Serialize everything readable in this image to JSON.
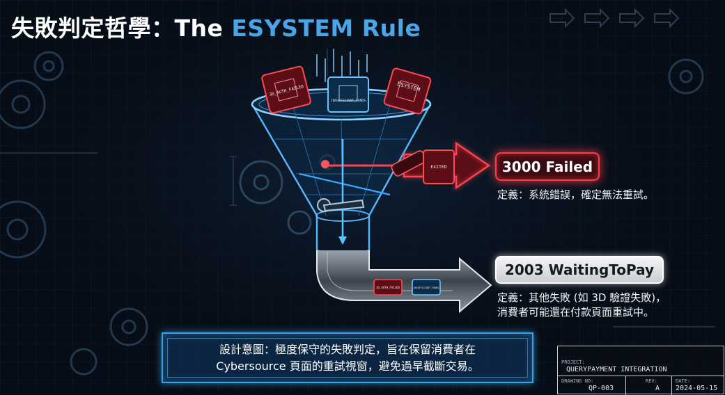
{
  "title": {
    "main": "失敗判定哲學：The ",
    "accent": "ESYSTEM Rule"
  },
  "chips": {
    "auth_failed": "3D_AUTH_FAILED",
    "insufficient_funds": "INSUFFICIENT_FUNDS",
    "esystem": "ESYSTEM",
    "exited": "EXITED",
    "pipe_auth": "3D_AUTH_FAILED",
    "pipe_funds": "INSUFFICIENT_FUNDS"
  },
  "failed": {
    "status": "3000 Failed",
    "definition": "定義：系統錯誤，確定無法重試。"
  },
  "waiting": {
    "status": "2003 WaitingToPay",
    "definition_line1": "定義：其他失敗 (如 3D 驗證失敗)，",
    "definition_line2": "消費者可能還在付款頁面重試中。"
  },
  "intent": {
    "line1": "設計意圖：極度保守的失敗判定，旨在保留消費者在",
    "line2": "Cybersource 頁面的重試視窗，避免過早截斷交易。"
  },
  "titleblock": {
    "project_label": "PROJECT:",
    "project_value": "QUERYPAYMENT INTEGRATION",
    "drawing_label": "DRAWING NO:",
    "drawing_value": "QP-003",
    "rev_label": "REV:",
    "rev_value": "A",
    "date_label": "DATE:",
    "date_value": "2024-05-15"
  },
  "colors": {
    "background": "#070d16",
    "accent_blue": "#4aa6e6",
    "failure_red": "#ff3b45",
    "waiting_white": "#f4f5f7"
  },
  "icons": [
    "gear-icon",
    "arrow-icon",
    "funnel-icon",
    "microchip-icon"
  ]
}
